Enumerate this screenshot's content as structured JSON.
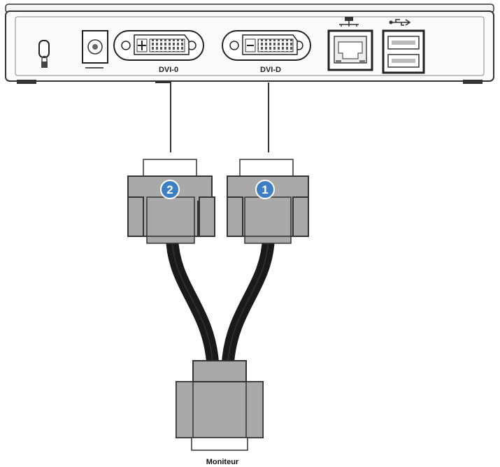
{
  "dock": {
    "ports": {
      "dvi_left": {
        "label": "DVI-0"
      },
      "dvi_right": {
        "label": "DVI-D"
      }
    },
    "icons": [
      "lock-icon",
      "power-jack-icon",
      "network-icon",
      "usb-icon"
    ]
  },
  "connectors": {
    "left": {
      "badge": "2"
    },
    "right": {
      "badge": "1"
    }
  },
  "monitor": {
    "label": "Moniteur"
  },
  "colors": {
    "connector_gray": "#a9a9a9",
    "badge_blue": "#3d7fc1",
    "cable_black": "#1a1a1a",
    "outline": "#333333"
  }
}
